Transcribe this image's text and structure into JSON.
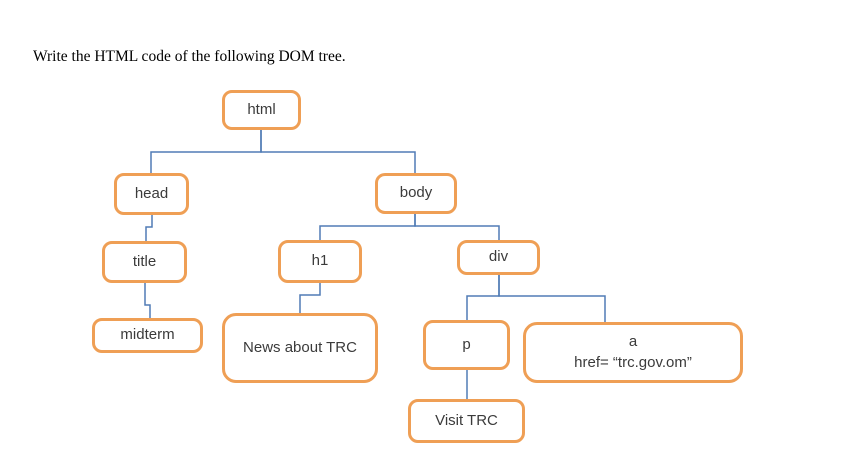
{
  "heading": "Write the HTML code of the following DOM tree.",
  "diagram": {
    "type": "dom-tree",
    "nodes": {
      "html": {
        "label": "html"
      },
      "head": {
        "label": "head"
      },
      "body": {
        "label": "body"
      },
      "title": {
        "label": "title"
      },
      "h1": {
        "label": "h1"
      },
      "div": {
        "label": "div"
      },
      "midterm": {
        "label": "midterm"
      },
      "news": {
        "label": "News about TRC"
      },
      "p": {
        "label": "p"
      },
      "a": {
        "label": "a",
        "attr": "href= “trc.gov.om”"
      },
      "visit": {
        "label": "Visit TRC"
      }
    },
    "edges": [
      [
        "html",
        "head"
      ],
      [
        "html",
        "body"
      ],
      [
        "head",
        "title"
      ],
      [
        "title",
        "midterm"
      ],
      [
        "body",
        "h1"
      ],
      [
        "body",
        "div"
      ],
      [
        "h1",
        "news"
      ],
      [
        "div",
        "p"
      ],
      [
        "div",
        "a"
      ],
      [
        "p",
        "visit"
      ]
    ],
    "colors": {
      "node_border": "#EF9F55",
      "connector": "#507CB5",
      "text": "#3B3B3B"
    }
  }
}
